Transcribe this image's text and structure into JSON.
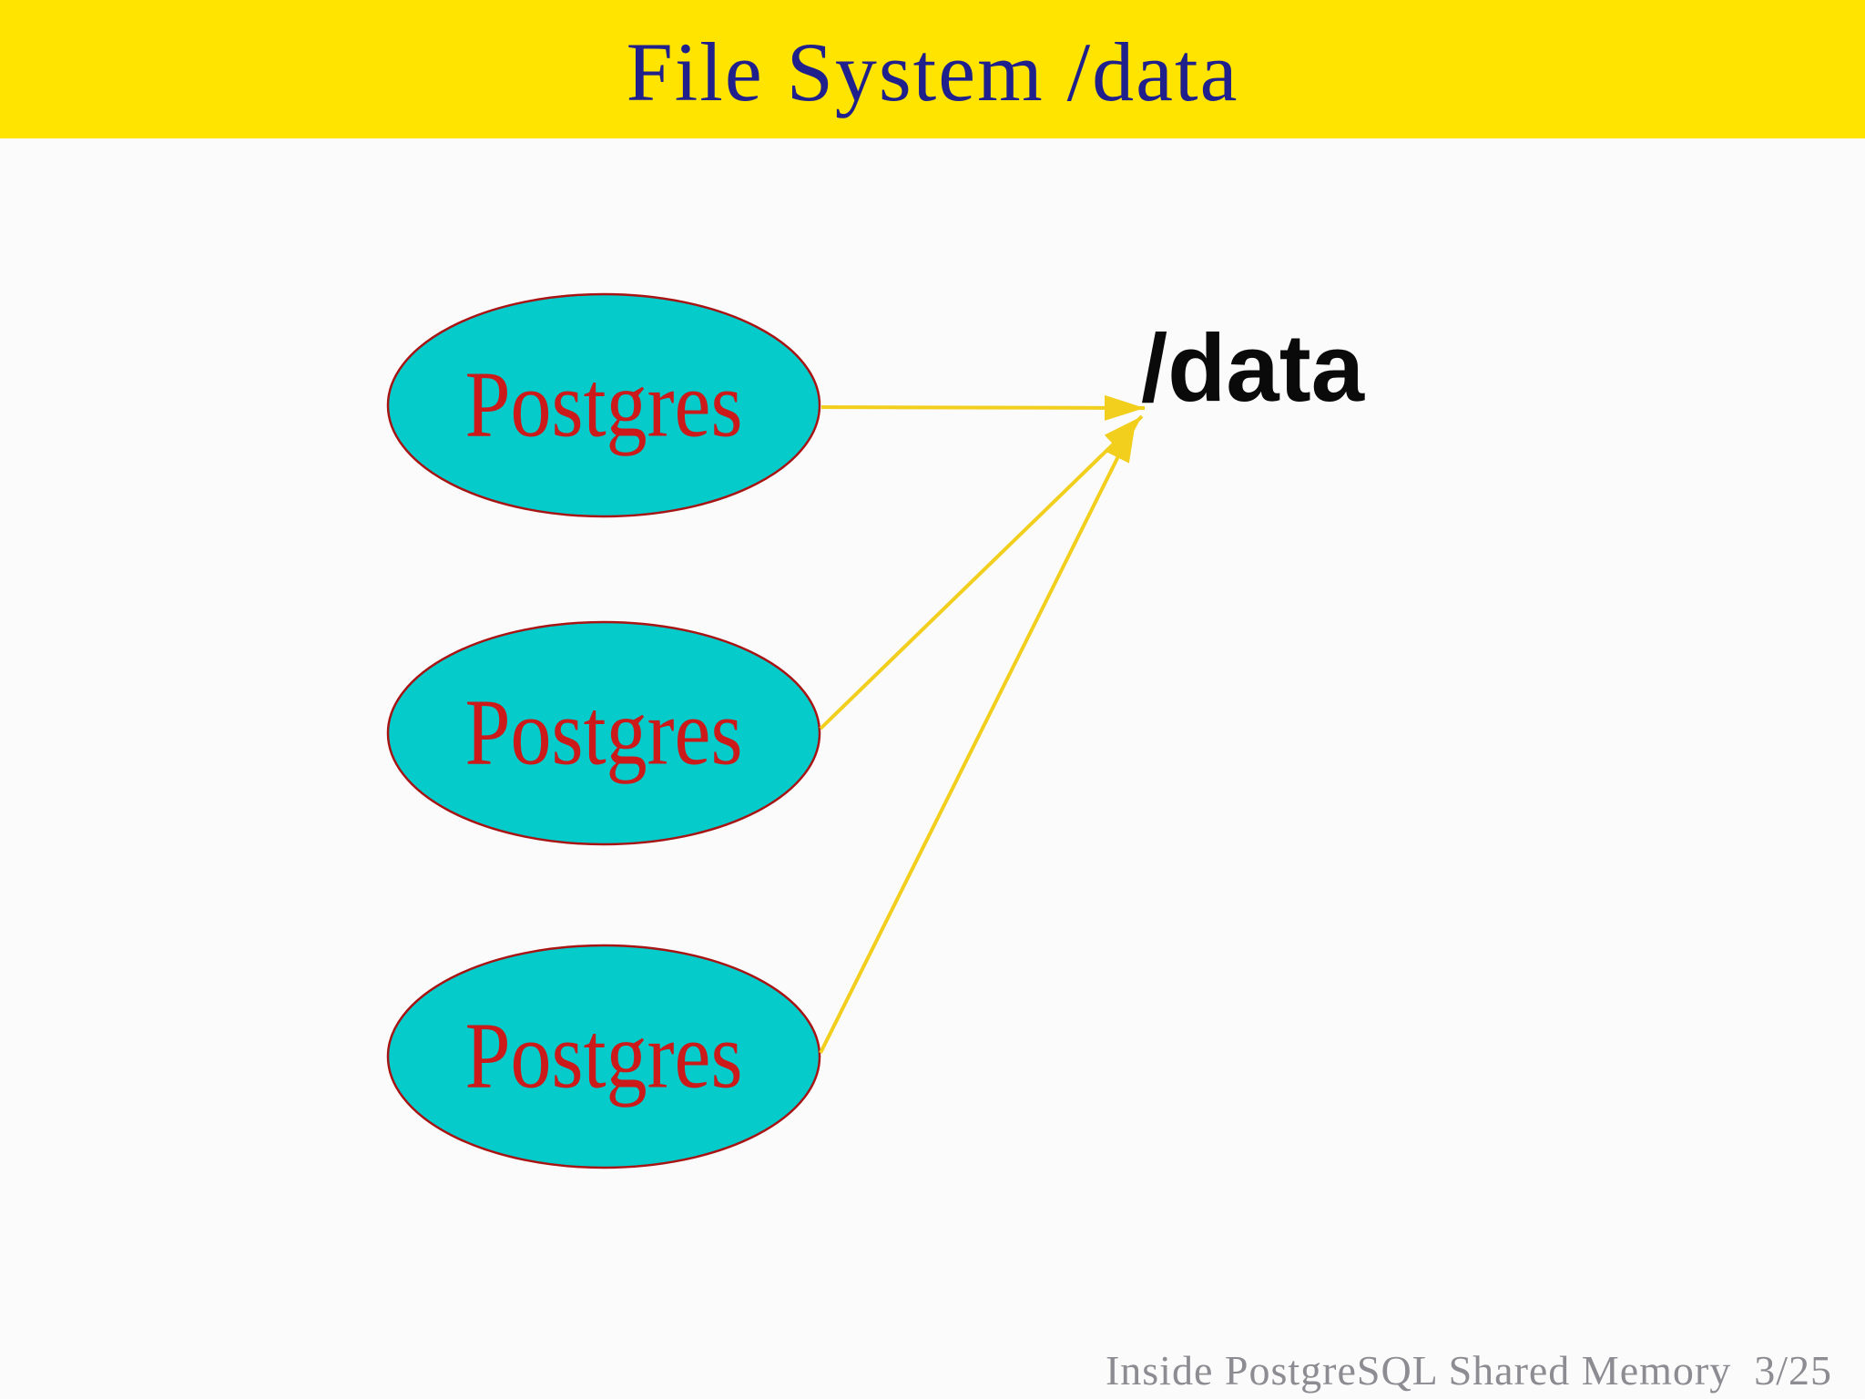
{
  "header": {
    "title": "File System /data"
  },
  "diagram": {
    "nodes": [
      {
        "label": "Postgres"
      },
      {
        "label": "Postgres"
      },
      {
        "label": "Postgres"
      }
    ],
    "target": {
      "label": "/data"
    },
    "edges": [
      {
        "from": "Postgres-1",
        "to": "/data"
      },
      {
        "from": "Postgres-2",
        "to": "/data"
      },
      {
        "from": "Postgres-3",
        "to": "/data"
      }
    ]
  },
  "footer": {
    "text": "Inside PostgreSQL Shared Memory  3/25"
  },
  "colors": {
    "header-bg": "#FFE400",
    "title-text": "#20208C",
    "node-fill": "#05CBCB",
    "node-border": "#A81414",
    "node-text": "#CC1A1A",
    "arrow": "#F2CE1D",
    "target-text": "#0A0A0A",
    "footer-text": "#8C8C92",
    "slide-bg": "#FBFBFB"
  }
}
